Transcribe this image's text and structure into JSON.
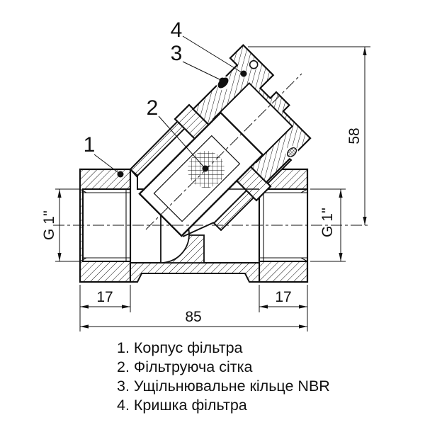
{
  "colors": {
    "line": "#111111",
    "background": "#ffffff"
  },
  "dimensions": {
    "port_left": "G 1''",
    "port_right": "G 1''",
    "height_to_axis": "58",
    "left_hex_length": "17",
    "right_hex_length": "17",
    "overall_length": "85"
  },
  "callouts": {
    "n1": "1",
    "n2": "2",
    "n3": "3",
    "n4": "4"
  },
  "legend": {
    "items": [
      "1. Корпус фільтра",
      "2. Фільтруюча сітка",
      "3. Ущільнювальне кільце NBR",
      "4. Кришка фільтра"
    ]
  }
}
